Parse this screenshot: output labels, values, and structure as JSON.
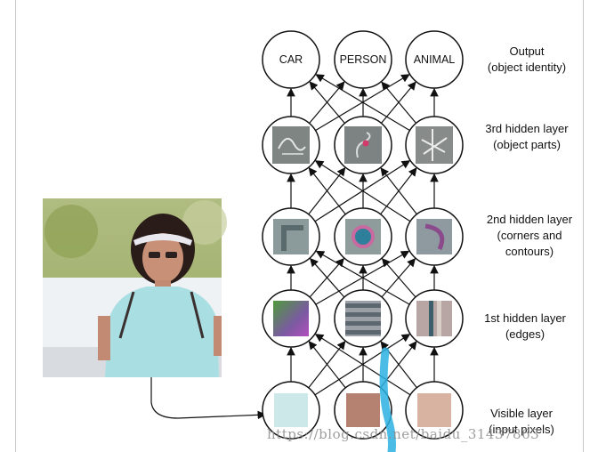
{
  "output_nodes": [
    {
      "label": "CAR"
    },
    {
      "label": "PERSON"
    },
    {
      "label": "ANIMAL"
    }
  ],
  "layer_labels": {
    "output": [
      "Output",
      "(object identity)"
    ],
    "hidden3": [
      "3rd hidden layer",
      "(object parts)"
    ],
    "hidden2": [
      "2nd hidden layer",
      "(corners and",
      "contours)"
    ],
    "hidden1": [
      "1st hidden layer",
      "(edges)"
    ],
    "visible": [
      "Visible layer",
      "(input pixels)"
    ]
  },
  "watermark": "https://blog.csdn.net/baidu_31437863",
  "colors": {
    "input_pixel_1": "#cde8e8",
    "input_pixel_2": "#b58272",
    "input_pixel_3": "#d9b3a2",
    "highlight_stroke": "#2ab0e0"
  }
}
